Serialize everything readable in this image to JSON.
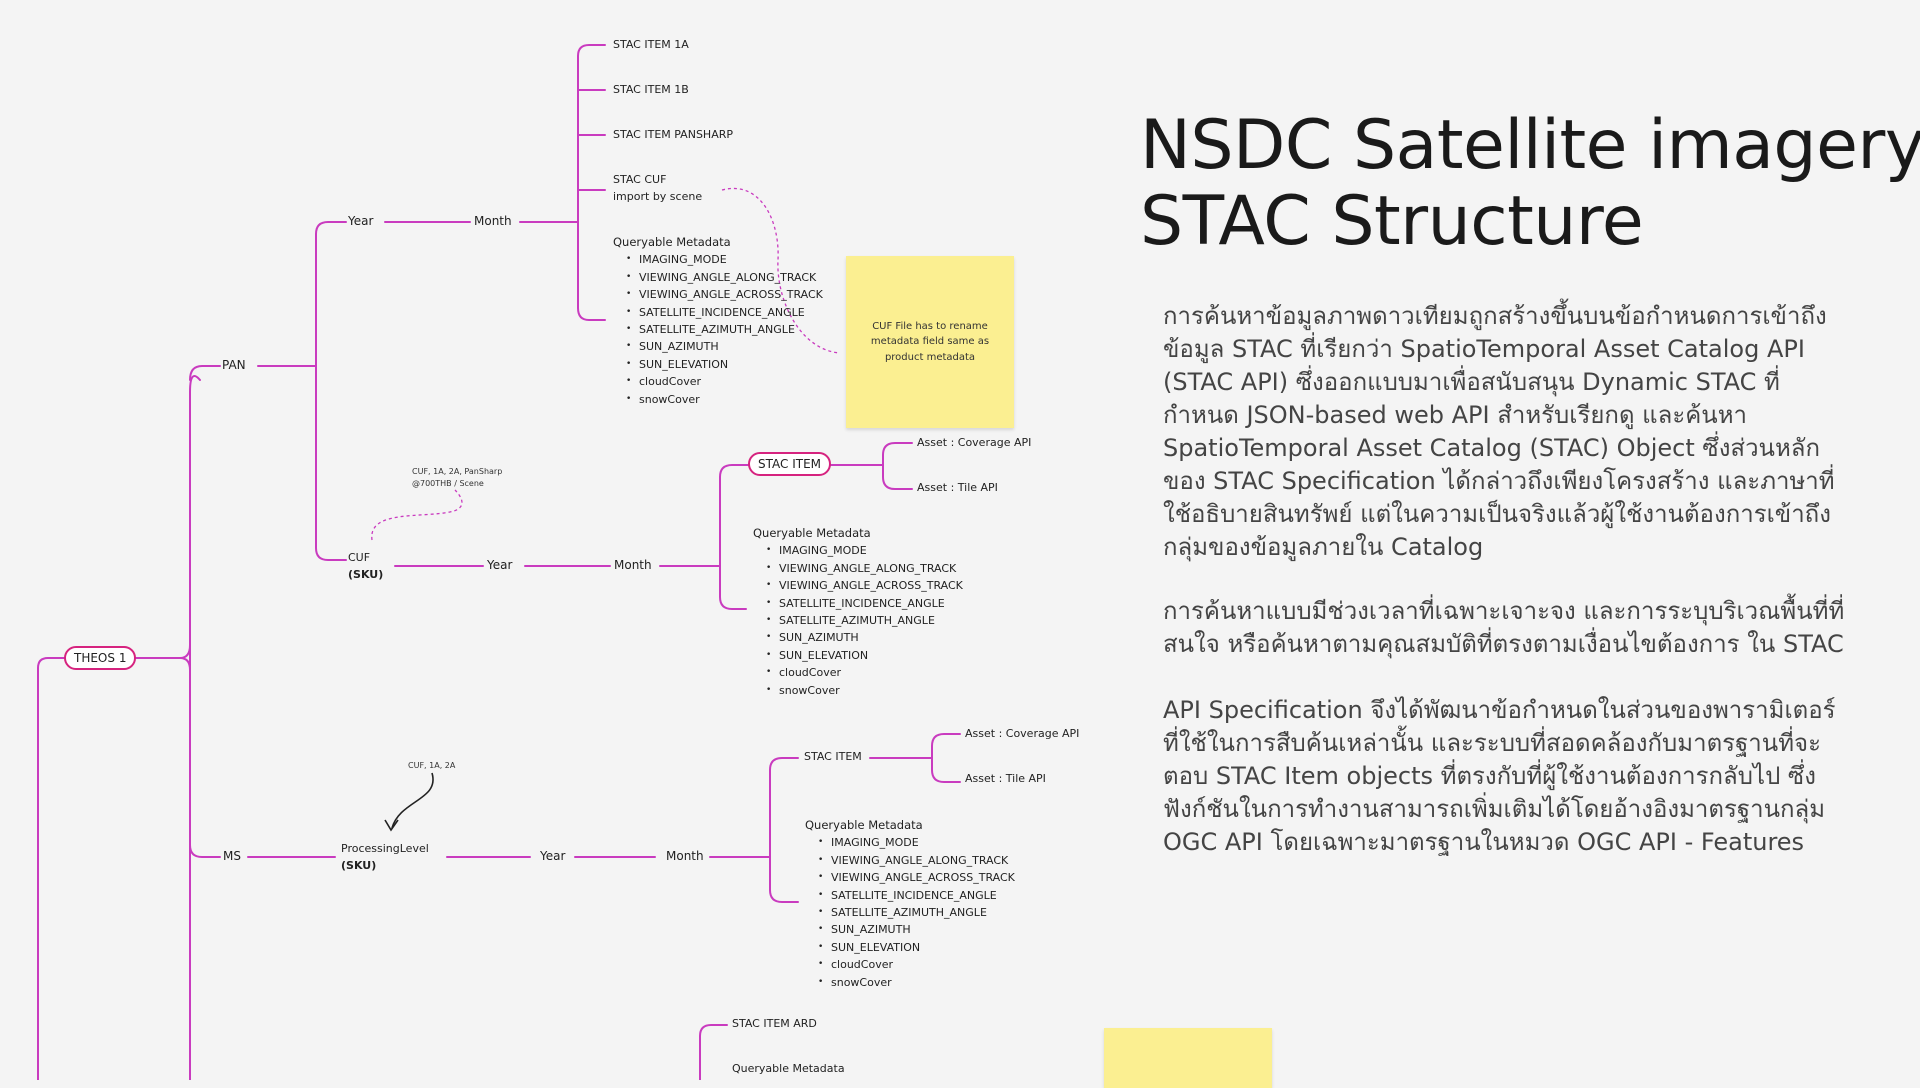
{
  "title": {
    "line1": "NSDC Satellite imagery",
    "line2": "STAC Structure"
  },
  "paragraphs": [
    [
      "การค้นหาข้อมูลภาพดาวเทียมถูกสร้างขึ้นบนข้อกำหนดการเข้าถึง",
      "ข้อมูล STAC ที่เรียกว่า SpatioTemporal Asset Catalog API",
      "(STAC API) ซึ่งออกแบบมาเพื่อสนับสนุน Dynamic STAC ที่",
      "กำหนด JSON-based web API สำหรับเรียกดู และค้นหา",
      "SpatioTemporal Asset Catalog (STAC) Object ซึ่งส่วนหลัก",
      "ของ STAC Specification ได้กล่าวถึงเพียงโครงสร้าง และภาษาที่",
      "ใช้อธิบายสินทรัพย์ แต่ในความเป็นจริงแล้วผู้ใช้งานต้องการเข้าถึง",
      "กลุ่มของข้อมูลภายใน Catalog"
    ],
    [
      "การค้นหาแบบมีช่วงเวลาที่เฉพาะเจาะจง และการระบุบริเวณพื้นที่ที่",
      "สนใจ หรือค้นหาตามคุณสมบัติที่ตรงตามเงื่อนไขต้องการ ใน STAC"
    ],
    [
      "API Specification จึงได้พัฒนาข้อกำหนดในส่วนของพารามิเตอร์",
      "ที่ใช้ในการสืบค้นเหล่านั้น และระบบที่สอดคล้องกับมาตรฐานที่จะ",
      "ตอบ STAC Item objects ที่ตรงกับที่ผู้ใช้งานต้องการกลับไป ซึ่ง",
      "ฟังก์ชันในการทำงานสามารถเพิ่มเติมได้โดยอ้างอิงมาตรฐานกลุ่ม",
      "OGC API โดยเฉพาะมาตรฐานในหมวด OGC API - Features"
    ]
  ],
  "diagram": {
    "root": "THEOS 1",
    "pan": "PAN",
    "ms": "MS",
    "pan_year": "Year",
    "pan_month": "Month",
    "pan_items": [
      "STAC ITEM 1A",
      "STAC ITEM 1B",
      "STAC ITEM PANSHARP"
    ],
    "stac_cuf": [
      "STAC CUF",
      "import by scene"
    ],
    "cuf_label": "CUF",
    "cuf_sku": "(SKU)",
    "cuf_year": "Year",
    "cuf_month": "Month",
    "cuf_note": [
      "CUF, 1A, 2A, PanSharp",
      "@700THB / Scene"
    ],
    "cuf_stac_item": "STAC ITEM",
    "asset_coverage": "Asset : Coverage API",
    "asset_tile": "Asset : Tile API",
    "ms_processing": "ProcessingLevel",
    "ms_sku": "(SKU)",
    "ms_year": "Year",
    "ms_month": "Month",
    "ms_note": "CUF, 1A, 2A",
    "ms_stac_item": "STAC ITEM",
    "stac_item_ard": "STAC ITEM ARD",
    "queryable_title": "Queryable Metadata",
    "queryable_fields": [
      "IMAGING_MODE",
      "VIEWING_ANGLE_ALONG_TRACK",
      "VIEWING_ANGLE_ACROSS_TRACK",
      "SATELLITE_INCIDENCE_ANGLE",
      "SATELLITE_AZIMUTH_ANGLE",
      "SUN_AZIMUTH",
      "SUN_ELEVATION",
      "cloudCover",
      "snowCover"
    ],
    "sticky_note": "CUF File has to rename\nmetadata field same as\nproduct metadata"
  },
  "colors": {
    "branch": "#c93bbf",
    "pill_border": "#d6237f",
    "sticky": "#fbef91",
    "background": "#f4f4f4"
  }
}
